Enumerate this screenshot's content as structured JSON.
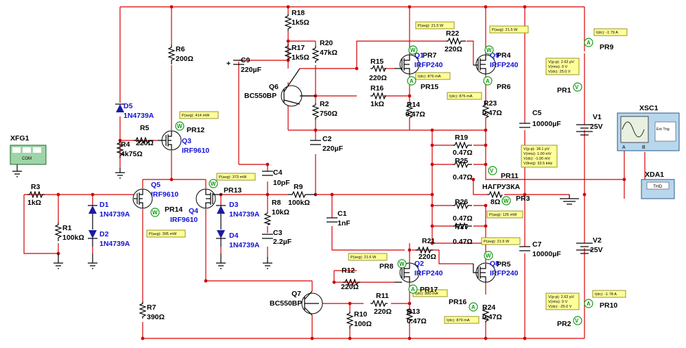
{
  "instruments": {
    "xfg1": {
      "label": "XFG1",
      "terminal": "COM"
    },
    "xsc1": {
      "label": "XSC1",
      "ext_trig": "Ext Trig",
      "ch_a": "A",
      "ch_b": "B"
    },
    "xda1": {
      "label": "XDA1",
      "screen": "THD"
    }
  },
  "resistors": {
    "r1": {
      "name": "R1",
      "value": "100kΩ"
    },
    "r2": {
      "name": "R2",
      "value": "750Ω"
    },
    "r3": {
      "name": "R3",
      "value": "1kΩ"
    },
    "r4": {
      "name": "R4",
      "value": "4k75Ω"
    },
    "r5": {
      "name": "R5",
      "value": "220Ω"
    },
    "r6": {
      "name": "R6",
      "value": "200Ω"
    },
    "r7": {
      "name": "R7",
      "value": "390Ω"
    },
    "r8": {
      "name": "R8",
      "value": "10kΩ"
    },
    "r9": {
      "name": "R9",
      "value": "100kΩ"
    },
    "r10": {
      "name": "R10",
      "value": "100Ω"
    },
    "r11": {
      "name": "R11",
      "value": "220Ω"
    },
    "r12": {
      "name": "R12",
      "value": "220Ω"
    },
    "r13": {
      "name": "R13",
      "value": "0.47Ω"
    },
    "r14": {
      "name": "R14",
      "value": "0.47Ω"
    },
    "r15": {
      "name": "R15",
      "value": "220Ω"
    },
    "r16": {
      "name": "R16",
      "value": "1kΩ"
    },
    "r17": {
      "name": "R17",
      "value": "1k5Ω"
    },
    "r18": {
      "name": "R18",
      "value": "1k5Ω"
    },
    "r19": {
      "name": "R19",
      "value": "0.47Ω"
    },
    "r20": {
      "name": "R20",
      "value": "47kΩ"
    },
    "r21": {
      "name": "R21",
      "value": "220Ω"
    },
    "r22": {
      "name": "R22",
      "value": "220Ω"
    },
    "r23": {
      "name": "R23",
      "value": "0.47Ω"
    },
    "r24": {
      "name": "R24",
      "value": "0.47Ω"
    },
    "r25": {
      "name": "R25",
      "value": "0.47Ω"
    },
    "r26": {
      "name": "R26",
      "value": "0.47Ω"
    },
    "r27": {
      "name": "R27",
      "value": "0.47Ω"
    },
    "load": {
      "name": "НАГРУЗКА",
      "value": "8Ω"
    }
  },
  "capacitors": {
    "c1": {
      "name": "C1",
      "value": "1nF"
    },
    "c2": {
      "name": "C2",
      "value": "220µF"
    },
    "c3": {
      "name": "C3",
      "value": "2.2µF"
    },
    "c4": {
      "name": "C4",
      "value": "10pF"
    },
    "c5": {
      "name": "C5",
      "value": "10000µF"
    },
    "c7": {
      "name": "C7",
      "value": "10000µF"
    },
    "c9": {
      "name": "C9",
      "value": "220µF"
    }
  },
  "diodes": {
    "d1": {
      "name": "D1",
      "value": "1N4739A"
    },
    "d2": {
      "name": "D2",
      "value": "1N4739A"
    },
    "d3": {
      "name": "D3",
      "value": "1N4739A"
    },
    "d4": {
      "name": "D4",
      "value": "1N4739A"
    },
    "d5": {
      "name": "D5",
      "value": "1N4739A"
    }
  },
  "transistors": {
    "q1": {
      "name": "Q1",
      "value": "IRFP240"
    },
    "q2": {
      "name": "Q2",
      "value": "IRFP240"
    },
    "q3": {
      "name": "Q3",
      "value": "IRF9610"
    },
    "q4": {
      "name": "Q4",
      "value": "IRF9610"
    },
    "q5": {
      "name": "Q5",
      "value": "IRF9610"
    },
    "q6": {
      "name": "Q6",
      "value": "BC550BP"
    },
    "q7": {
      "name": "Q7",
      "value": "BC550BP"
    },
    "q8": {
      "name": "Q8",
      "value": "IRFP240"
    },
    "q9": {
      "name": "Q9",
      "value": "IRFP240"
    }
  },
  "sources": {
    "v1": {
      "name": "V1",
      "value": "25V"
    },
    "v2": {
      "name": "V2",
      "value": "25V"
    }
  },
  "probes": {
    "pr1": {
      "name": "PR1",
      "lines": [
        "V(p-p): 2.62 pV",
        "V(rms): 0 V",
        "V(dc): 25.0 V"
      ]
    },
    "pr2": {
      "name": "PR2",
      "lines": [
        "V(p-p): 2.62 pV",
        "V(rms): 0 V",
        "V(dc): -25.0 V"
      ]
    },
    "pr3": {
      "name": "PR3",
      "lines": [
        "P(avg): 125 mW"
      ]
    },
    "pr4": {
      "name": "PR4",
      "lines": [
        "P(avg): 21.5 W"
      ]
    },
    "pr5": {
      "name": "PR5",
      "lines": [
        "P(avg): 21.6 W"
      ]
    },
    "pr6": {
      "name": "PR6",
      "lines": [
        "I(dc): 876 mA"
      ]
    },
    "pr7": {
      "name": "PR7",
      "lines": [
        "P(avg): 21.5 W"
      ]
    },
    "pr8": {
      "name": "PR8",
      "lines": [
        "P(avg): 21.6 W"
      ]
    },
    "pr9": {
      "name": "PR9",
      "lines": [
        "I(dc): -1.79 A"
      ]
    },
    "pr10": {
      "name": "PR10",
      "lines": [
        "I(dc): -1.78 A"
      ]
    },
    "pr11": {
      "name": "PR11",
      "lines": [
        "V(p-p): 18.1 pV",
        "V(rms): 1.00 mV",
        "V(dc): -1.00 mV",
        "V(freq): 33.5 kHz"
      ]
    },
    "pr12": {
      "name": "PR12",
      "lines": [
        "P(avg): 414 mW"
      ]
    },
    "pr13": {
      "name": "PR13",
      "lines": [
        "P(avg): 373 mW"
      ]
    },
    "pr14": {
      "name": "PR14",
      "lines": [
        "P(avg): 305 mW"
      ]
    },
    "pr15": {
      "name": "PR15",
      "lines": [
        "I(dc): 876 mA"
      ]
    },
    "pr16": {
      "name": "PR16",
      "lines": [
        "I(dc): 879 mA"
      ]
    },
    "pr17": {
      "name": "PR17",
      "lines": [
        "I(dc): 880 mA"
      ]
    }
  }
}
